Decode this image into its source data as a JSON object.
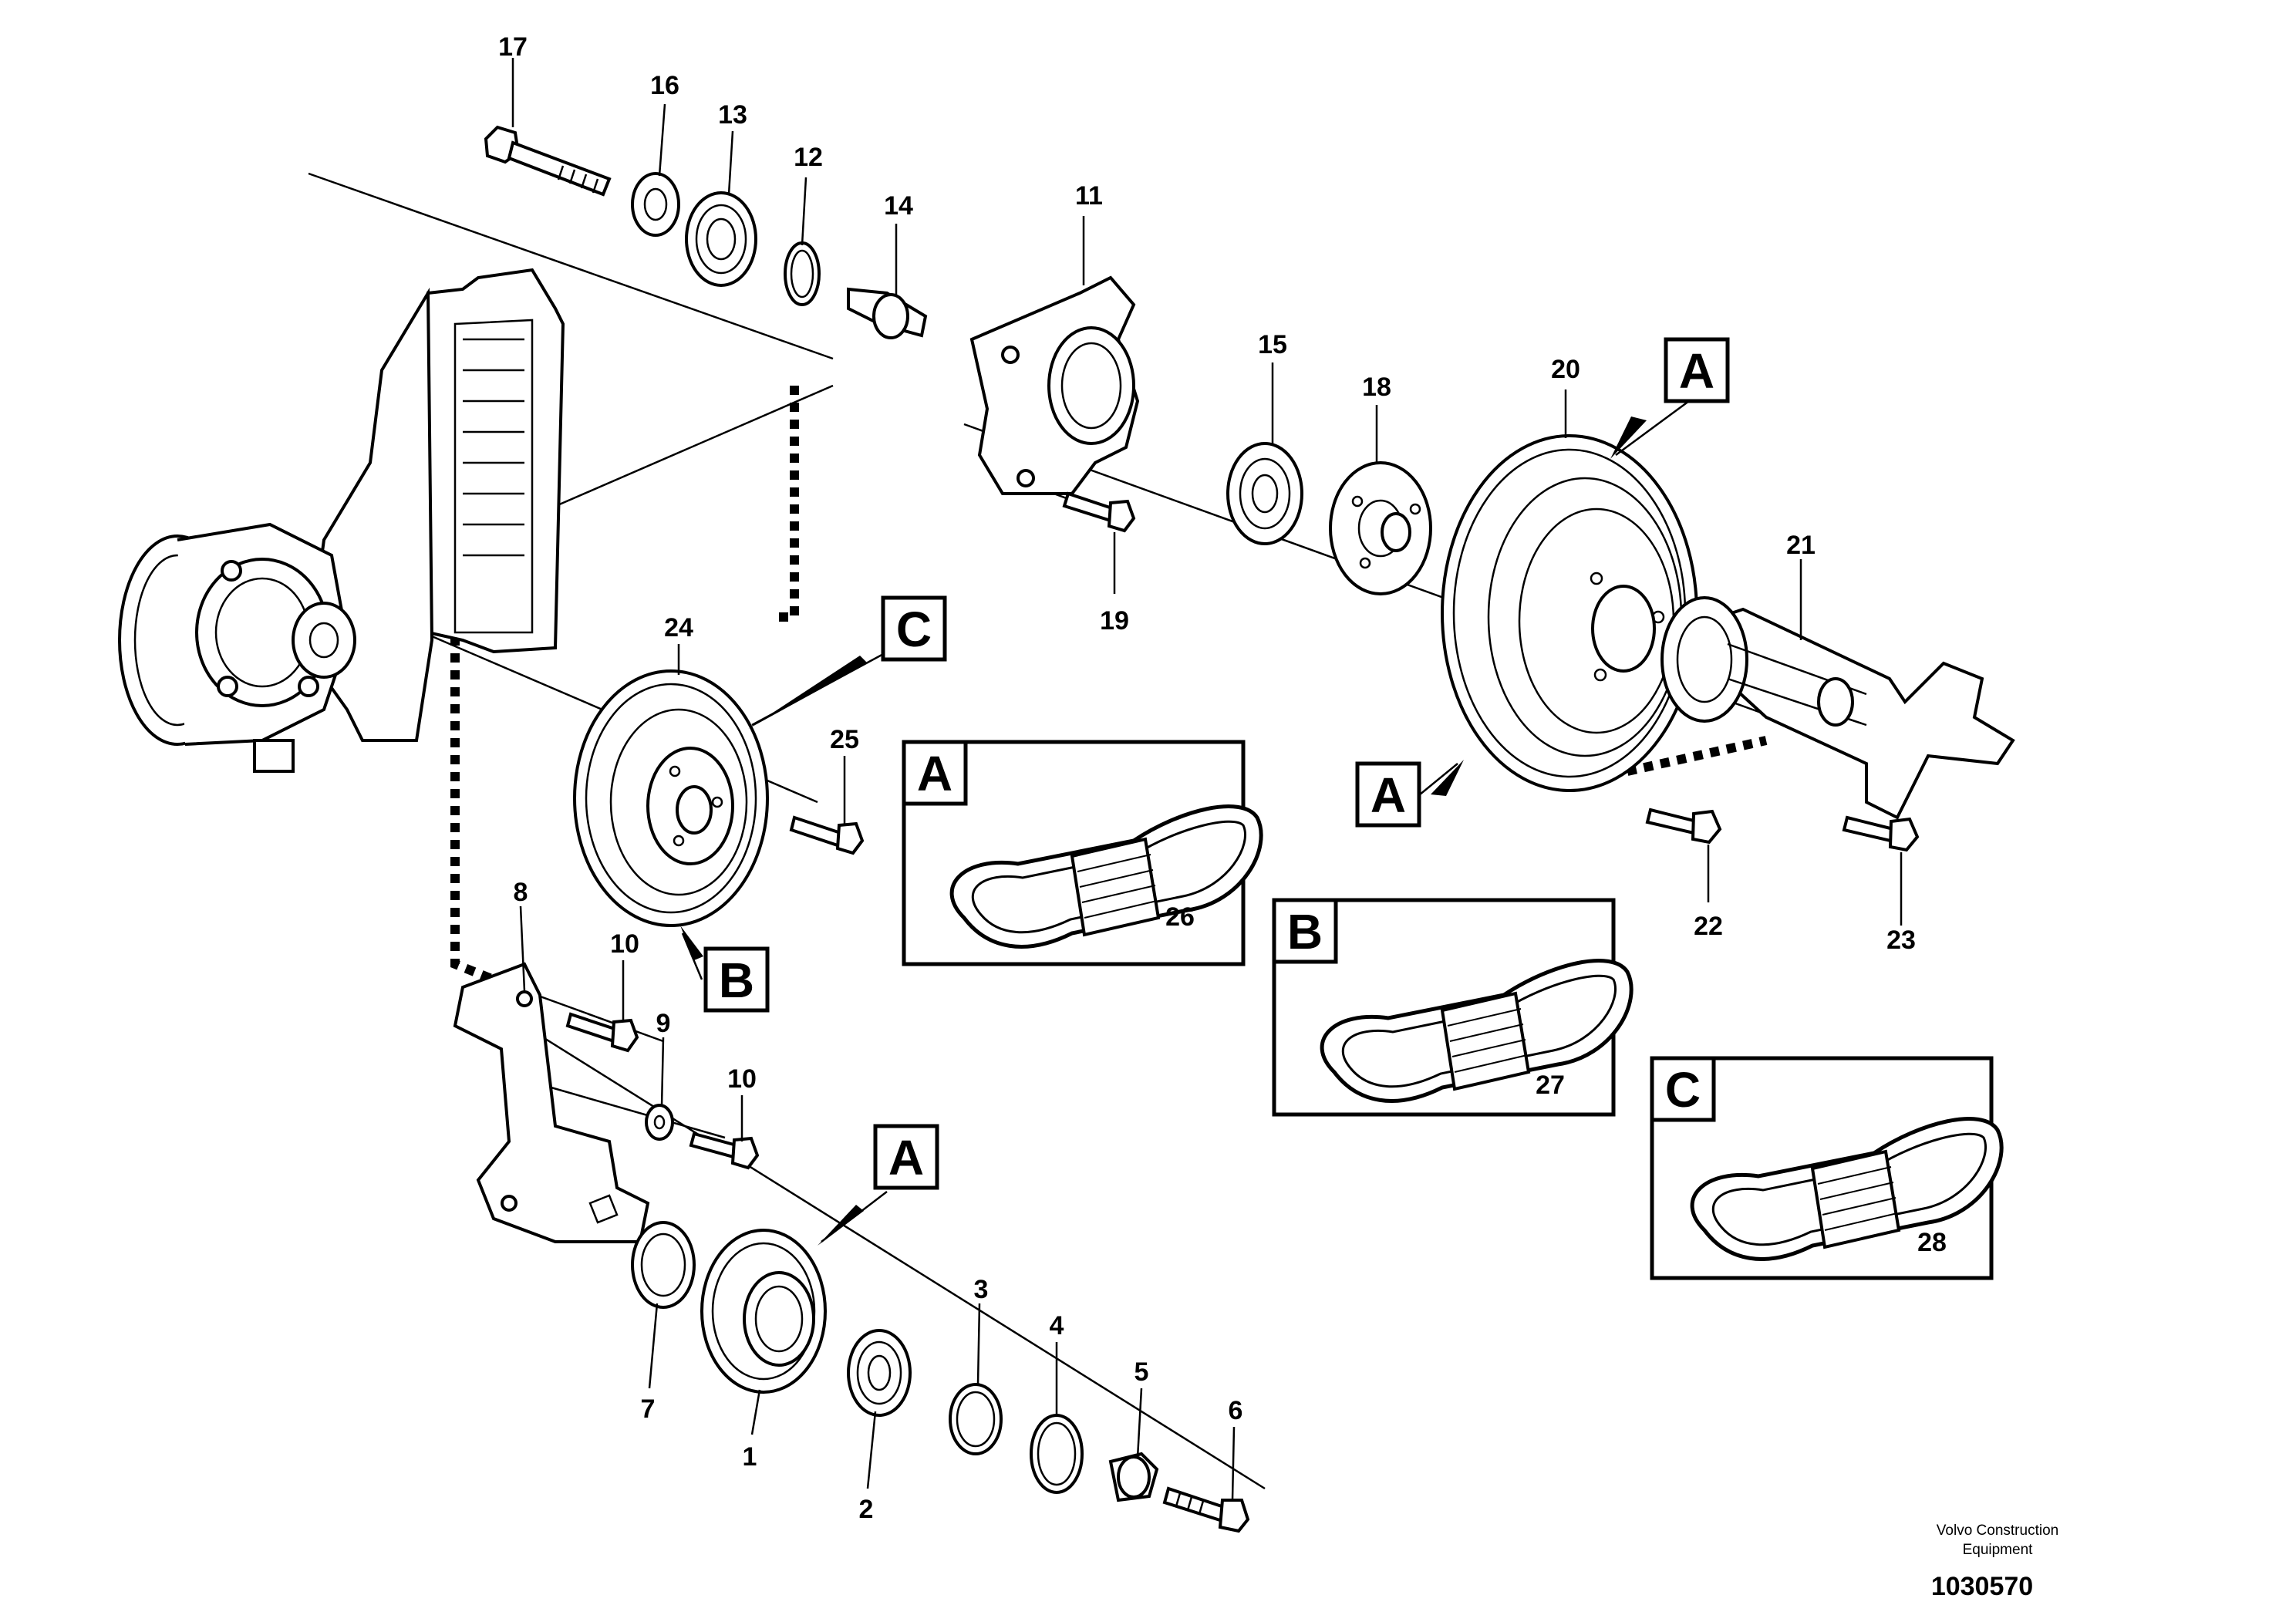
{
  "part_labels": {
    "p1": "1",
    "p2": "2",
    "p3": "3",
    "p4": "4",
    "p5": "5",
    "p6": "6",
    "p7": "7",
    "p8": "8",
    "p9": "9",
    "p10a": "10",
    "p10b": "10",
    "p11": "11",
    "p12": "12",
    "p13": "13",
    "p14": "14",
    "p15": "15",
    "p16": "16",
    "p17": "17",
    "p18": "18",
    "p19": "19",
    "p20": "20",
    "p21": "21",
    "p22": "22",
    "p23": "23",
    "p24": "24",
    "p25": "25",
    "p26": "26",
    "p27": "27",
    "p28": "28"
  },
  "callouts": {
    "a_top": "A",
    "a_lower": "A",
    "a_bottom": "A",
    "b": "B",
    "c": "C"
  },
  "detail_boxes": {
    "a": {
      "letter": "A",
      "part": "26"
    },
    "b": {
      "letter": "B",
      "part": "27"
    },
    "c": {
      "letter": "C",
      "part": "28"
    }
  },
  "footer": {
    "credit_line1": "Volvo Construction",
    "credit_line2": "Equipment",
    "doc_number": "1030570"
  }
}
